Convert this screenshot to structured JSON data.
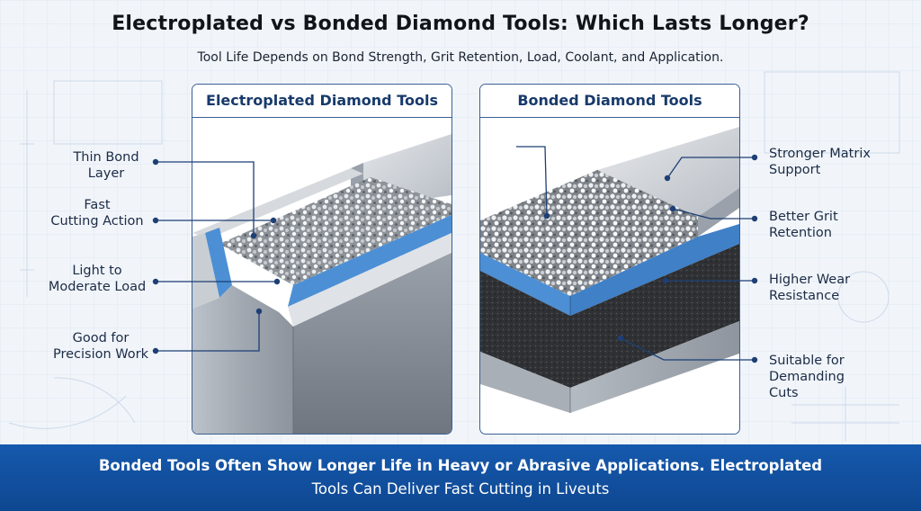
{
  "header": {
    "title": "Electroplated vs Bonded Diamond Tools: Which Lasts Longer?",
    "subtitle": "Tool Life Depends on Bond Strength, Grit Retention, Load, Coolant, and Application."
  },
  "panels": {
    "electroplated": {
      "title": "Electroplated Diamond Tools"
    },
    "bonded": {
      "title": "Bonded Diamond Tools"
    }
  },
  "callouts": {
    "left": [
      {
        "lines": [
          "Thin Bond",
          "Layer"
        ]
      },
      {
        "lines": [
          "Fast",
          "Cutting Action"
        ]
      },
      {
        "lines": [
          "Light to",
          "Moderate Load"
        ]
      },
      {
        "lines": [
          "Good for",
          "Precision Work"
        ]
      }
    ],
    "right": [
      {
        "lines": [
          "Stronger Matrix",
          "Support"
        ]
      },
      {
        "lines": [
          "Better Grit",
          "Retention"
        ]
      },
      {
        "lines": [
          "Higher Wear",
          "Resistance"
        ]
      },
      {
        "lines": [
          "Suitable for",
          "Demanding",
          "Cuts"
        ]
      }
    ]
  },
  "banner": {
    "line1": "Bonded Tools Often Show Longer Life in Heavy or Abrasive Applications. Electroplated",
    "line2": "Tools Can Deliver Fast Cutting in Liveuts"
  },
  "colors": {
    "accent_blue": "#1659ad",
    "bond_blue": "#4c8fd4",
    "steel": "#a7adb5",
    "matrix_dark": "#2e3033",
    "leader": "#1d3f75"
  }
}
